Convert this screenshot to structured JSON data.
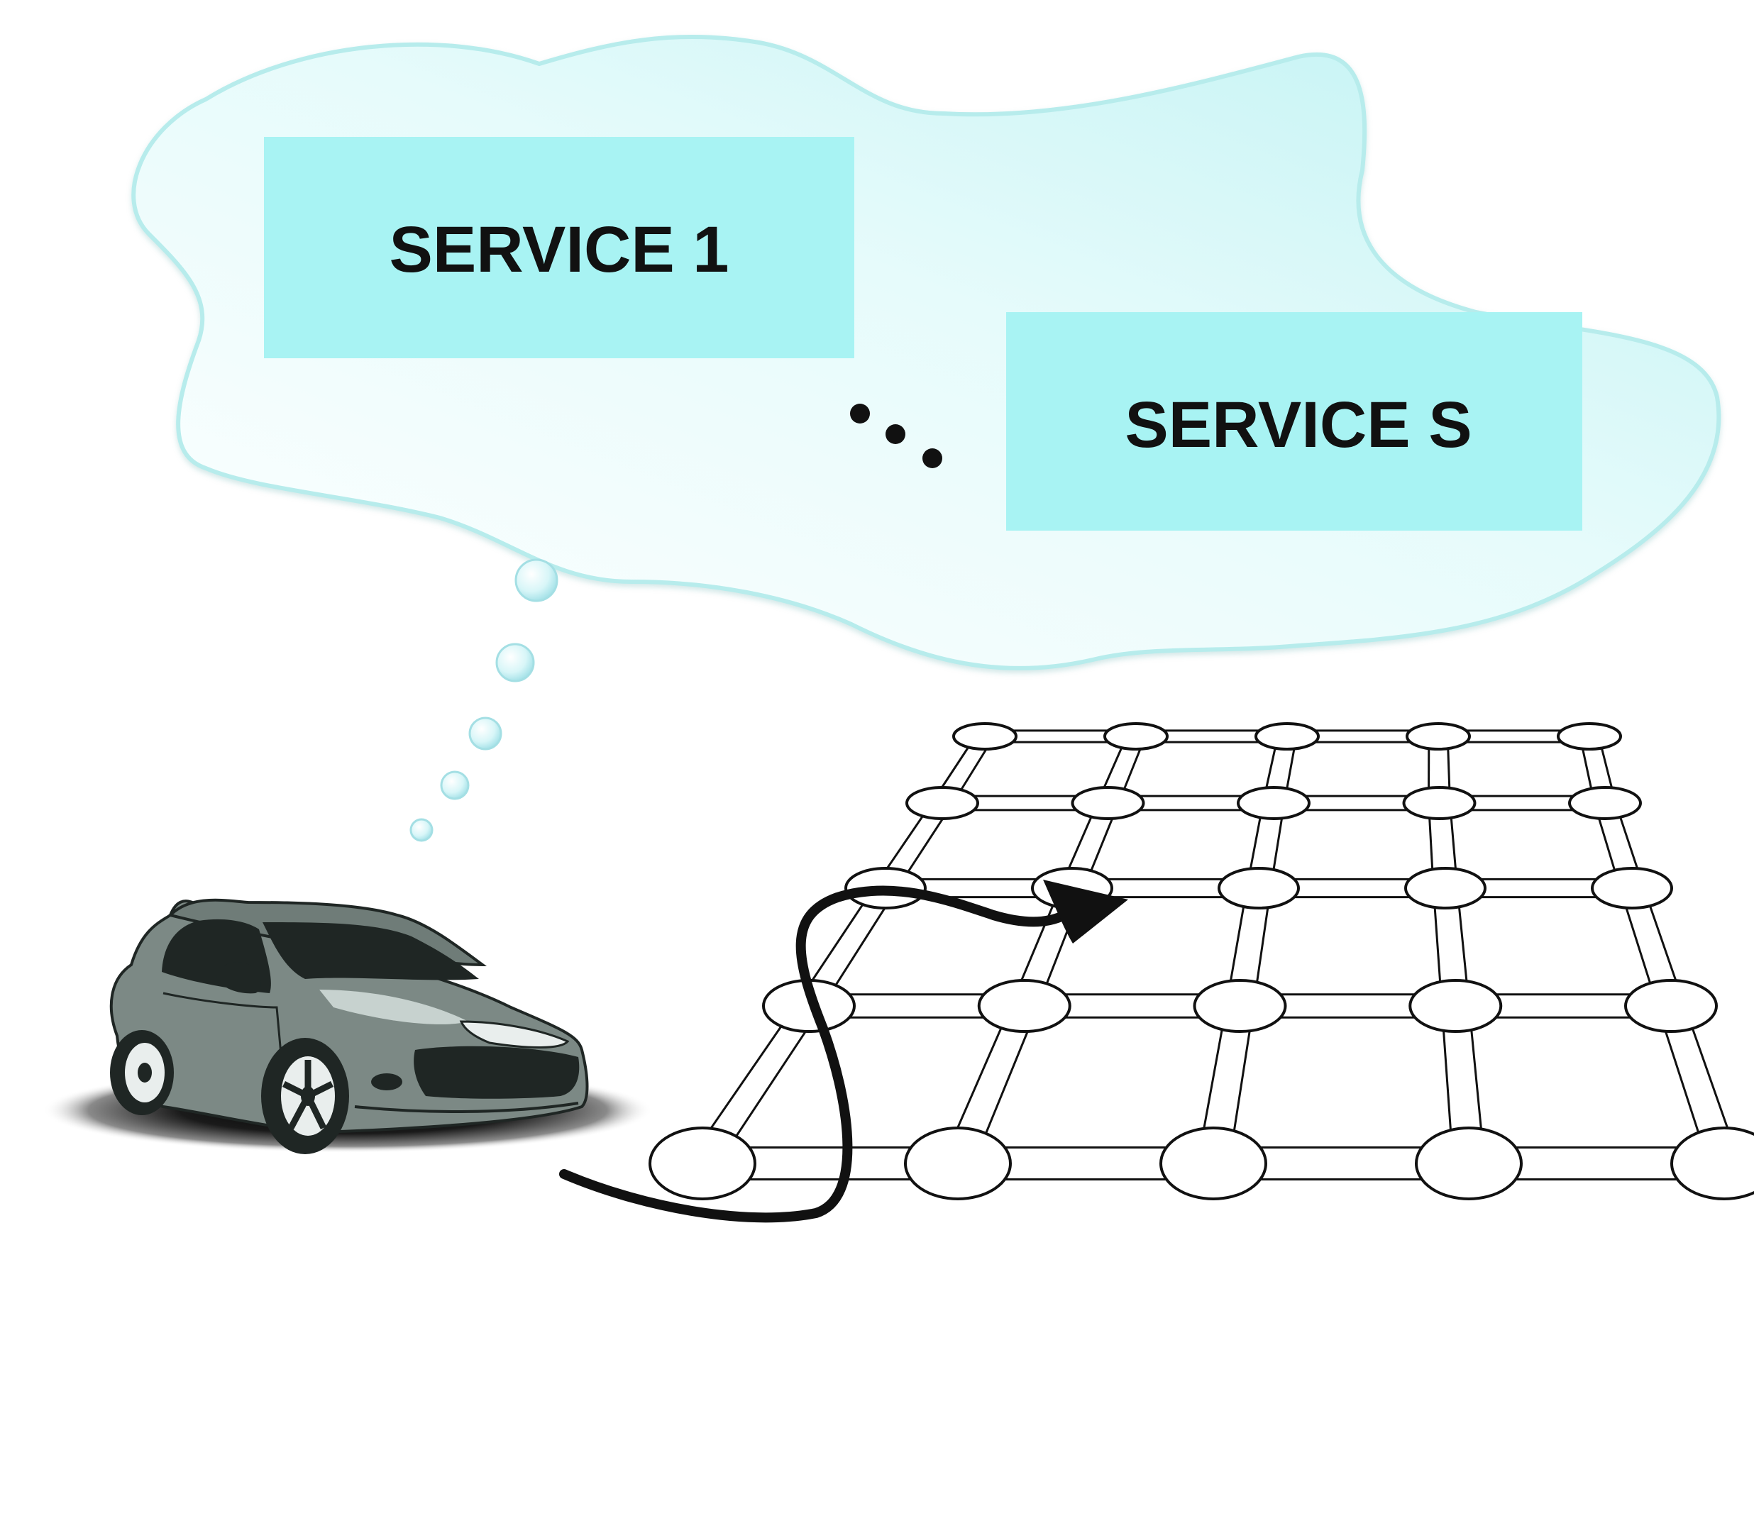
{
  "cloud": {
    "services": [
      {
        "label": "SERVICE 1"
      },
      {
        "label": "SERVICE S"
      }
    ]
  },
  "colors": {
    "cloud_fill_start": "#ffffff",
    "cloud_fill_end": "#bff2f3",
    "cloud_edge": "#b7ecec",
    "service_box": "#a8f3f3",
    "car_body": "#7c8985",
    "car_dark": "#1f2624",
    "network_stroke": "#111111",
    "path_stroke": "#111111"
  },
  "network": {
    "rows": 5,
    "columns": 5
  }
}
